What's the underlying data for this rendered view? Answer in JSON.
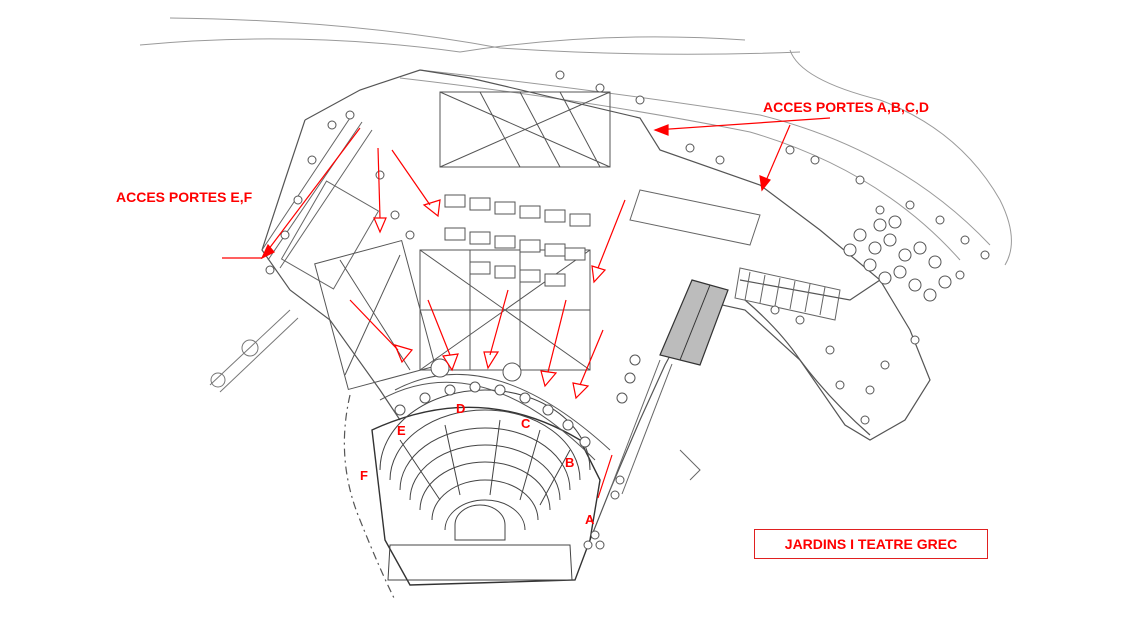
{
  "labels": {
    "access_abcd": "ACCES PORTES A,B,C,D",
    "access_ef": "ACCES PORTES E,F",
    "title": "JARDINS I TEATRE GREC"
  },
  "gates": {
    "a": "A",
    "b": "B",
    "c": "C",
    "d": "D",
    "e": "E",
    "f": "F"
  },
  "colors": {
    "annotation": "#ff0000",
    "plan_lines": "#555555",
    "background": "#ffffff"
  }
}
